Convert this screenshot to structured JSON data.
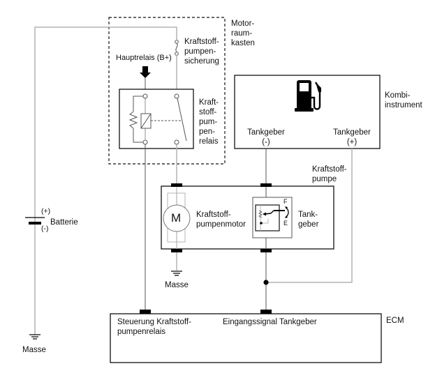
{
  "diagram": {
    "title": "Kraftstoffpumpe Schaltplan",
    "labels": {
      "motorraumkasten": "Motor-\nraum-\nkasten",
      "fuse": "Kraftstoff-\npumpen-\nsicherung",
      "main_relay": "Hauptrelais (B+)",
      "pump_relay": "Kraft-\nstoff-\npum-\npen-\nrelais",
      "kombi": "Kombi-\ninstrument",
      "sender_minus": "Tankgeber\n(-)",
      "sender_plus": "Tankgeber\n(+)",
      "fuel_pump": "Kraftstoff-\npumpe",
      "pump_motor": "Kraftstoff-\npumpenmotor",
      "motor_symbol": "M",
      "tank_sender": "Tank-\ngeber",
      "gauge_full": "F",
      "gauge_empty": "E",
      "battery": "Batterie",
      "battery_plus": "(+)",
      "battery_minus": "(-)",
      "ground_pump": "Masse",
      "ground_battery": "Masse",
      "ecm": "ECM",
      "ecm_relay_control": "Steuerung Kraftstoff-\npumpenrelais",
      "ecm_sender_input": "Eingangssignal Tankgeber"
    },
    "colors": {
      "wire_gray": "#b4b4b4",
      "wire_dark": "#555555",
      "outline": "#111111"
    }
  }
}
